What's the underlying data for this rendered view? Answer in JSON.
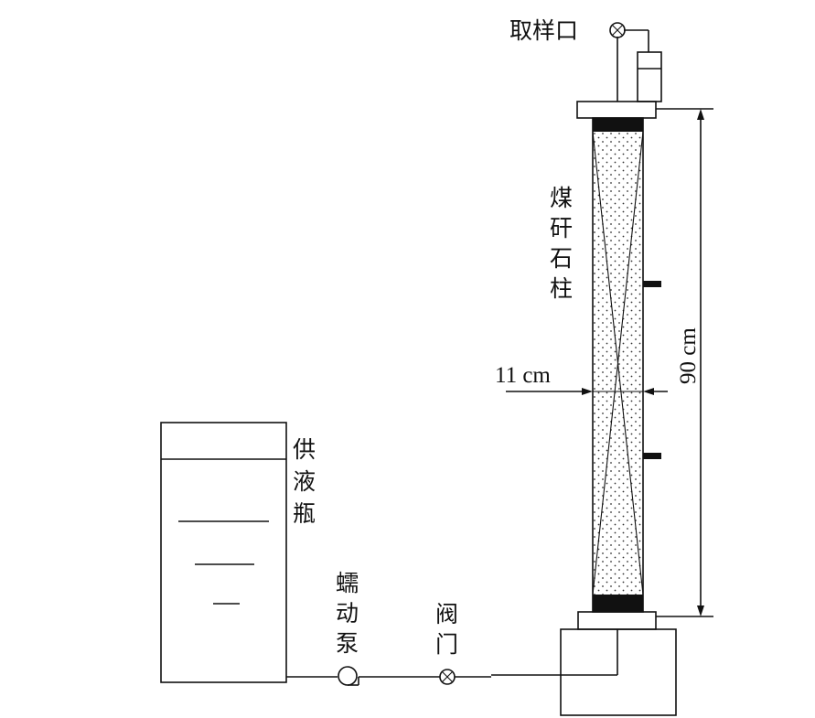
{
  "labels": {
    "sampling_port": "取样口",
    "column": [
      "煤",
      "矸",
      "石",
      "柱"
    ],
    "supply_bottle": [
      "供",
      "液",
      "瓶"
    ],
    "pump": [
      "蠕",
      "动",
      "泵"
    ],
    "valve": [
      "阀",
      "门"
    ],
    "diameter": "11 cm",
    "height": "90 cm"
  },
  "colors": {
    "line": "#111111",
    "fill": "#ffffff",
    "dots": "#333333",
    "end_caps": "#111111"
  }
}
